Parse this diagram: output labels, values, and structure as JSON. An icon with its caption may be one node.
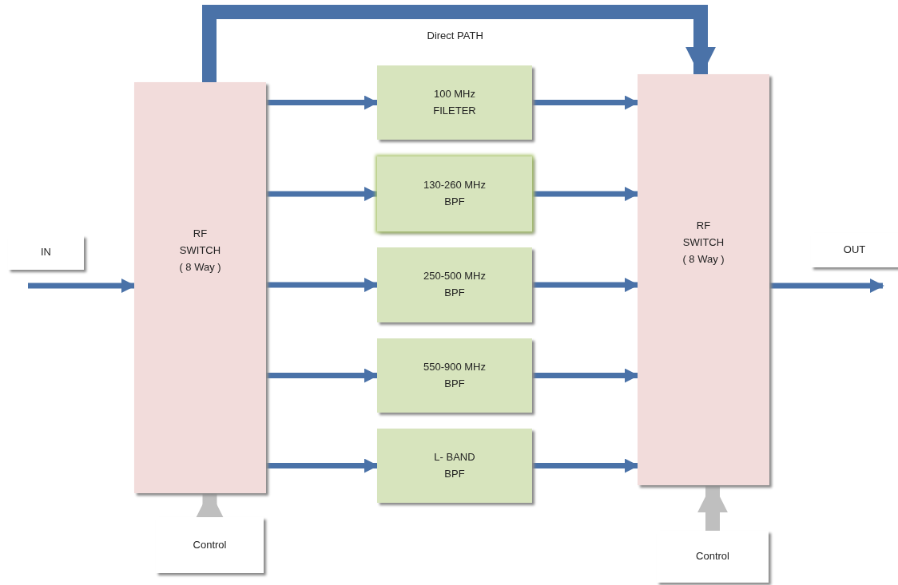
{
  "diagram": {
    "nodes": [
      {
        "text": [
          "IN"
        ]
      },
      {
        "text": [
          "RF SWITCH ( 8 Way )"
        ]
      },
      {
        "text": [
          "100 MHz FILETER"
        ]
      },
      {
        "text": [
          "130-260 MHz BPF"
        ]
      },
      {
        "text": [
          "250-500 MHz BPF"
        ]
      },
      {
        "text": [
          "550-900 MHz BPF"
        ]
      },
      {
        "text": [
          "L- BAND BPF"
        ]
      },
      {
        "text": [
          "RF SWITCH ( 8 Way )"
        ]
      },
      {
        "text": [
          "OUT"
        ]
      },
      {
        "text": [
          "Control"
        ]
      },
      {
        "text": [
          "Control"
        ]
      }
    ],
    "edges": [
      {
        "from": 0,
        "to": 1,
        "arrow": "to"
      },
      {
        "from": 1,
        "to": 2,
        "arrow": "to"
      },
      {
        "from": 1,
        "to": 3,
        "arrow": "to"
      },
      {
        "from": 1,
        "to": 4,
        "arrow": "to"
      },
      {
        "from": 1,
        "to": 5,
        "arrow": "to"
      },
      {
        "from": 1,
        "to": 6,
        "arrow": "to"
      },
      {
        "from": 2,
        "to": 7,
        "arrow": "to"
      },
      {
        "from": 3,
        "to": 7,
        "arrow": "to"
      },
      {
        "from": 4,
        "to": 7,
        "arrow": "to"
      },
      {
        "from": 5,
        "to": 7,
        "arrow": "to"
      },
      {
        "from": 6,
        "to": 7,
        "arrow": "to"
      },
      {
        "from": 1,
        "to": 7,
        "arrow": "to",
        "label": "Direct PATH",
        "style": "thick"
      },
      {
        "from": 7,
        "to": 8,
        "arrow": "to"
      },
      {
        "from": 9,
        "to": 1,
        "arrow": "to",
        "style": "thick",
        "color": "#bfbfbf"
      },
      {
        "from": 10,
        "to": 7,
        "arrow": "to",
        "style": "thick",
        "color": "#bfbfbf"
      }
    ]
  }
}
